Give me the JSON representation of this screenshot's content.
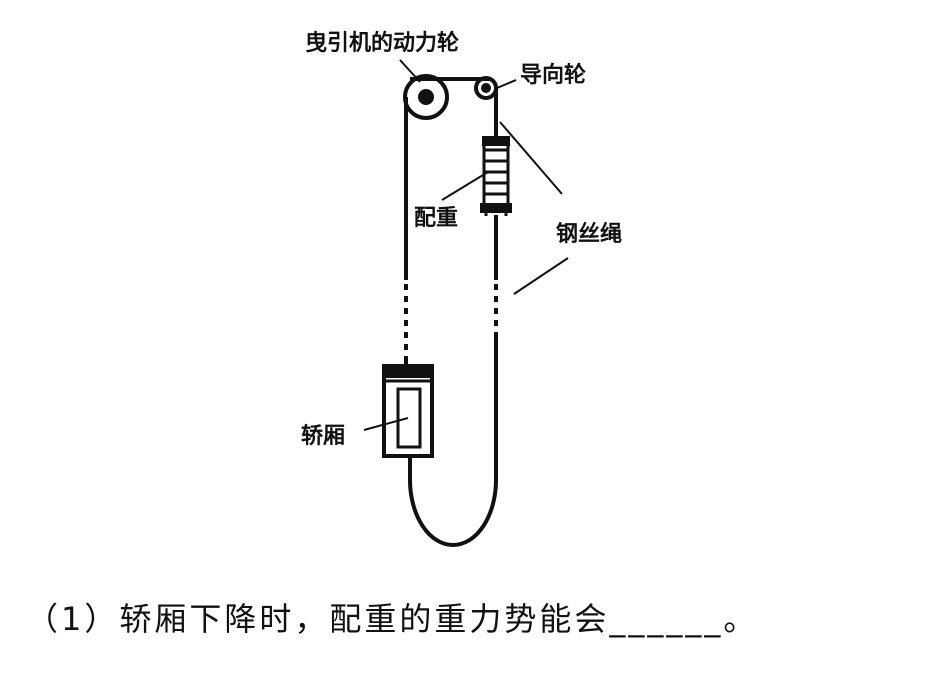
{
  "labels": {
    "traction_wheel": "曳引机的动力轮",
    "guide_wheel": "导向轮",
    "counterweight": "配重",
    "wire_rope": "钢丝绳",
    "car": "轿厢"
  },
  "question": {
    "number": "（1）",
    "text": "轿厢下降时，配重的重力势能会",
    "blank": "______",
    "end": "。"
  }
}
